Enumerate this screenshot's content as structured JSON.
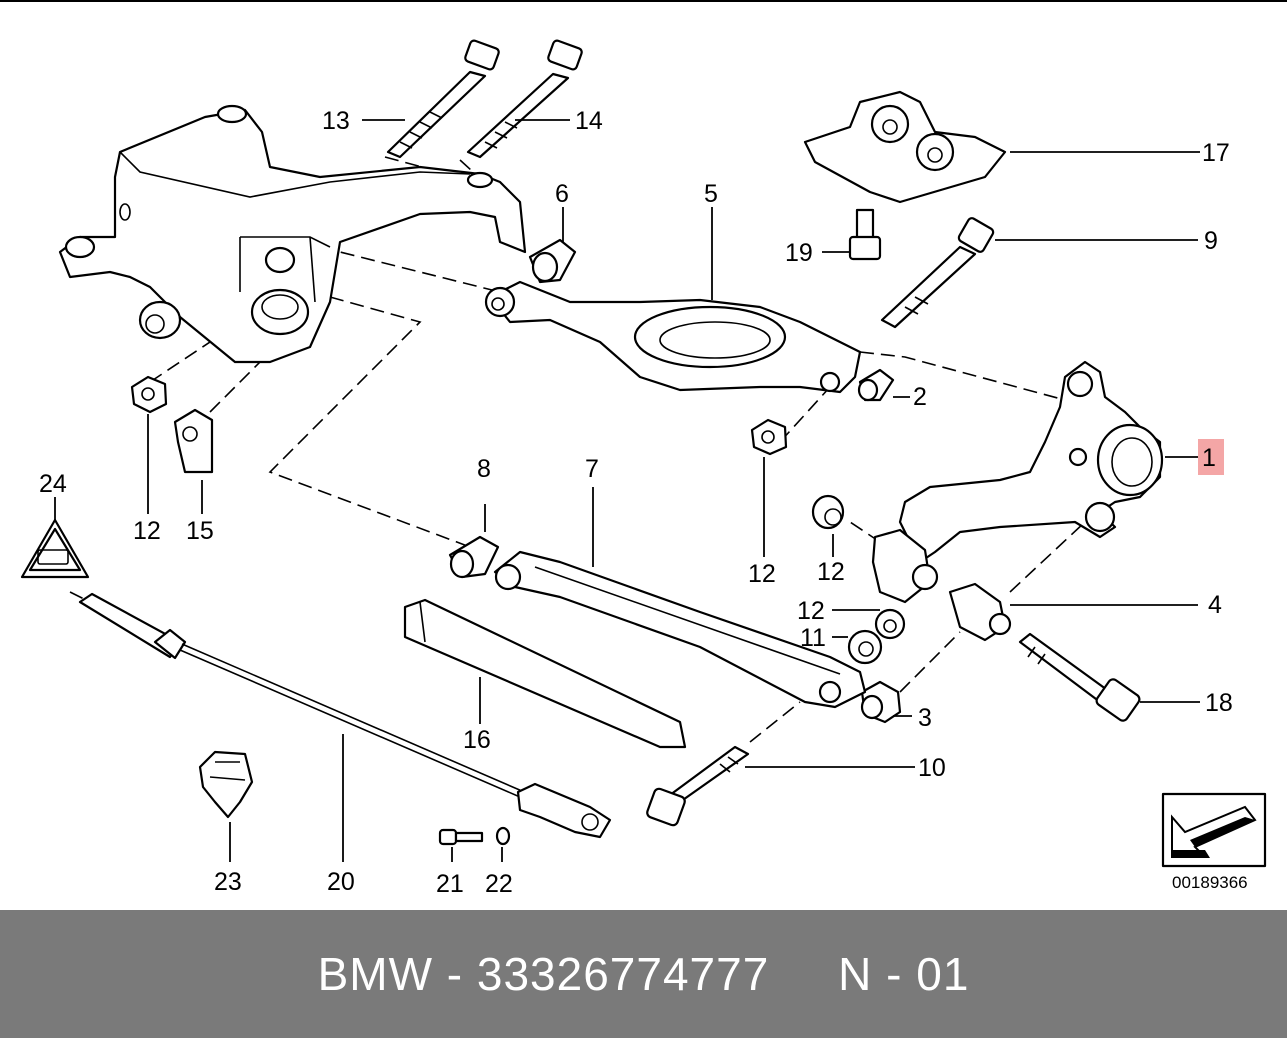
{
  "diagram": {
    "reference_number": "00189366",
    "highlight_color": "#f4a6a6",
    "callouts": [
      {
        "label": "13"
      },
      {
        "label": "14"
      },
      {
        "label": "17"
      },
      {
        "label": "6"
      },
      {
        "label": "5"
      },
      {
        "label": "19"
      },
      {
        "label": "9"
      },
      {
        "label": "2"
      },
      {
        "label": "1",
        "highlighted": true
      },
      {
        "label": "12"
      },
      {
        "label": "15"
      },
      {
        "label": "12"
      },
      {
        "label": "24"
      },
      {
        "label": "8"
      },
      {
        "label": "7"
      },
      {
        "label": "12"
      },
      {
        "label": "12"
      },
      {
        "label": "4"
      },
      {
        "label": "12"
      },
      {
        "label": "11"
      },
      {
        "label": "16"
      },
      {
        "label": "3"
      },
      {
        "label": "18"
      },
      {
        "label": "10"
      },
      {
        "label": "23"
      },
      {
        "label": "20"
      },
      {
        "label": "21"
      },
      {
        "label": "22"
      }
    ]
  },
  "footer": {
    "text": "BMW - 33326774777     N - 01"
  }
}
